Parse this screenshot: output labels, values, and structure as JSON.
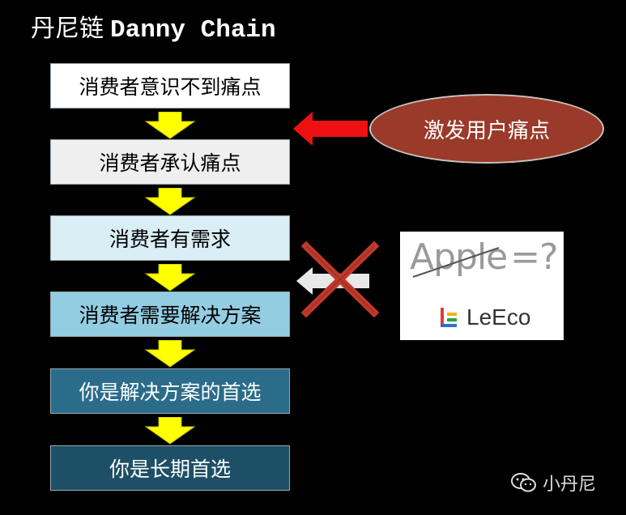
{
  "title": {
    "chinese": "丹尼链",
    "english": "Danny Chain"
  },
  "steps": [
    {
      "label": "消费者意识不到痛点",
      "bg": "#ffffff",
      "color": "#000000"
    },
    {
      "label": "消费者承认痛点",
      "bg": "#efefef",
      "color": "#000000"
    },
    {
      "label": "消费者有需求",
      "bg": "#daeef5",
      "color": "#000000"
    },
    {
      "label": "消费者需要解决方案",
      "bg": "#93cde2",
      "color": "#000000"
    },
    {
      "label": "你是解决方案的首选",
      "bg": "#2a6c8a",
      "color": "#ffffff"
    },
    {
      "label": "你是长期首选",
      "bg": "#1d4f66",
      "color": "#ffffff"
    }
  ],
  "trigger": {
    "label": "激发用户痛点"
  },
  "competitors": {
    "apple": "Apple",
    "apple_suffix": "=?",
    "leeco": "LeEco"
  },
  "watermark": {
    "label": "小丹尼"
  },
  "colors": {
    "arrow_yellow": "#ffff00",
    "arrow_red": "#ee1111",
    "oval_fill": "#9a3a2a",
    "x_red": "#c0392b"
  }
}
